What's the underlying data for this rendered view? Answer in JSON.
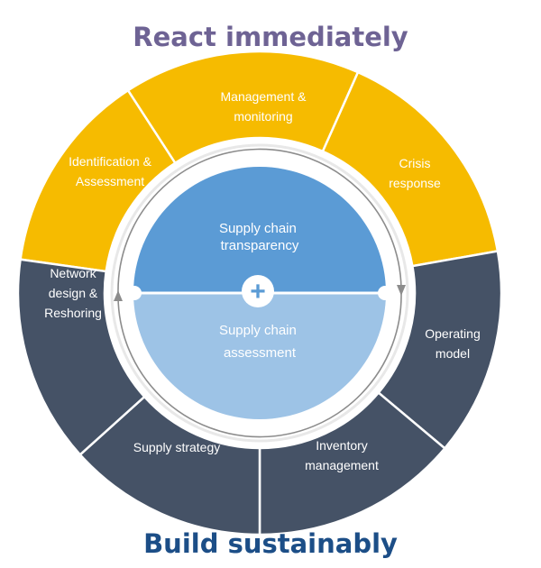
{
  "title_top": "React immediately",
  "title_bottom": "Build sustainably",
  "center": {
    "upper_label": [
      "Supply chain",
      "transparency"
    ],
    "lower_label": [
      "Supply chain",
      "assessment"
    ],
    "plus_symbol": "+"
  },
  "ring_segments": [
    {
      "label": [
        "Identification &",
        "Assessment"
      ],
      "group": "react"
    },
    {
      "label": [
        "Management &",
        "monitoring"
      ],
      "group": "react"
    },
    {
      "label": [
        "Crisis",
        "response"
      ],
      "group": "react"
    },
    {
      "label": [
        "Operating",
        "model"
      ],
      "group": "build"
    },
    {
      "label": [
        "Inventory",
        "management"
      ],
      "group": "build"
    },
    {
      "label": [
        "Supply strategy"
      ],
      "group": "build"
    },
    {
      "label": [
        "Network",
        "design &",
        "Reshoring"
      ],
      "group": "build"
    }
  ],
  "colors": {
    "react": "#F6BB00",
    "build": "#455266",
    "title_top": "#6E6394",
    "title_bottom": "#1C4E87",
    "center_upper": "#5B9BD5",
    "center_lower": "#9DC3E6",
    "ring_gap": "#ffffff",
    "inner_ring": "#E8E8E8",
    "arc_line": "#8C8C8C"
  }
}
